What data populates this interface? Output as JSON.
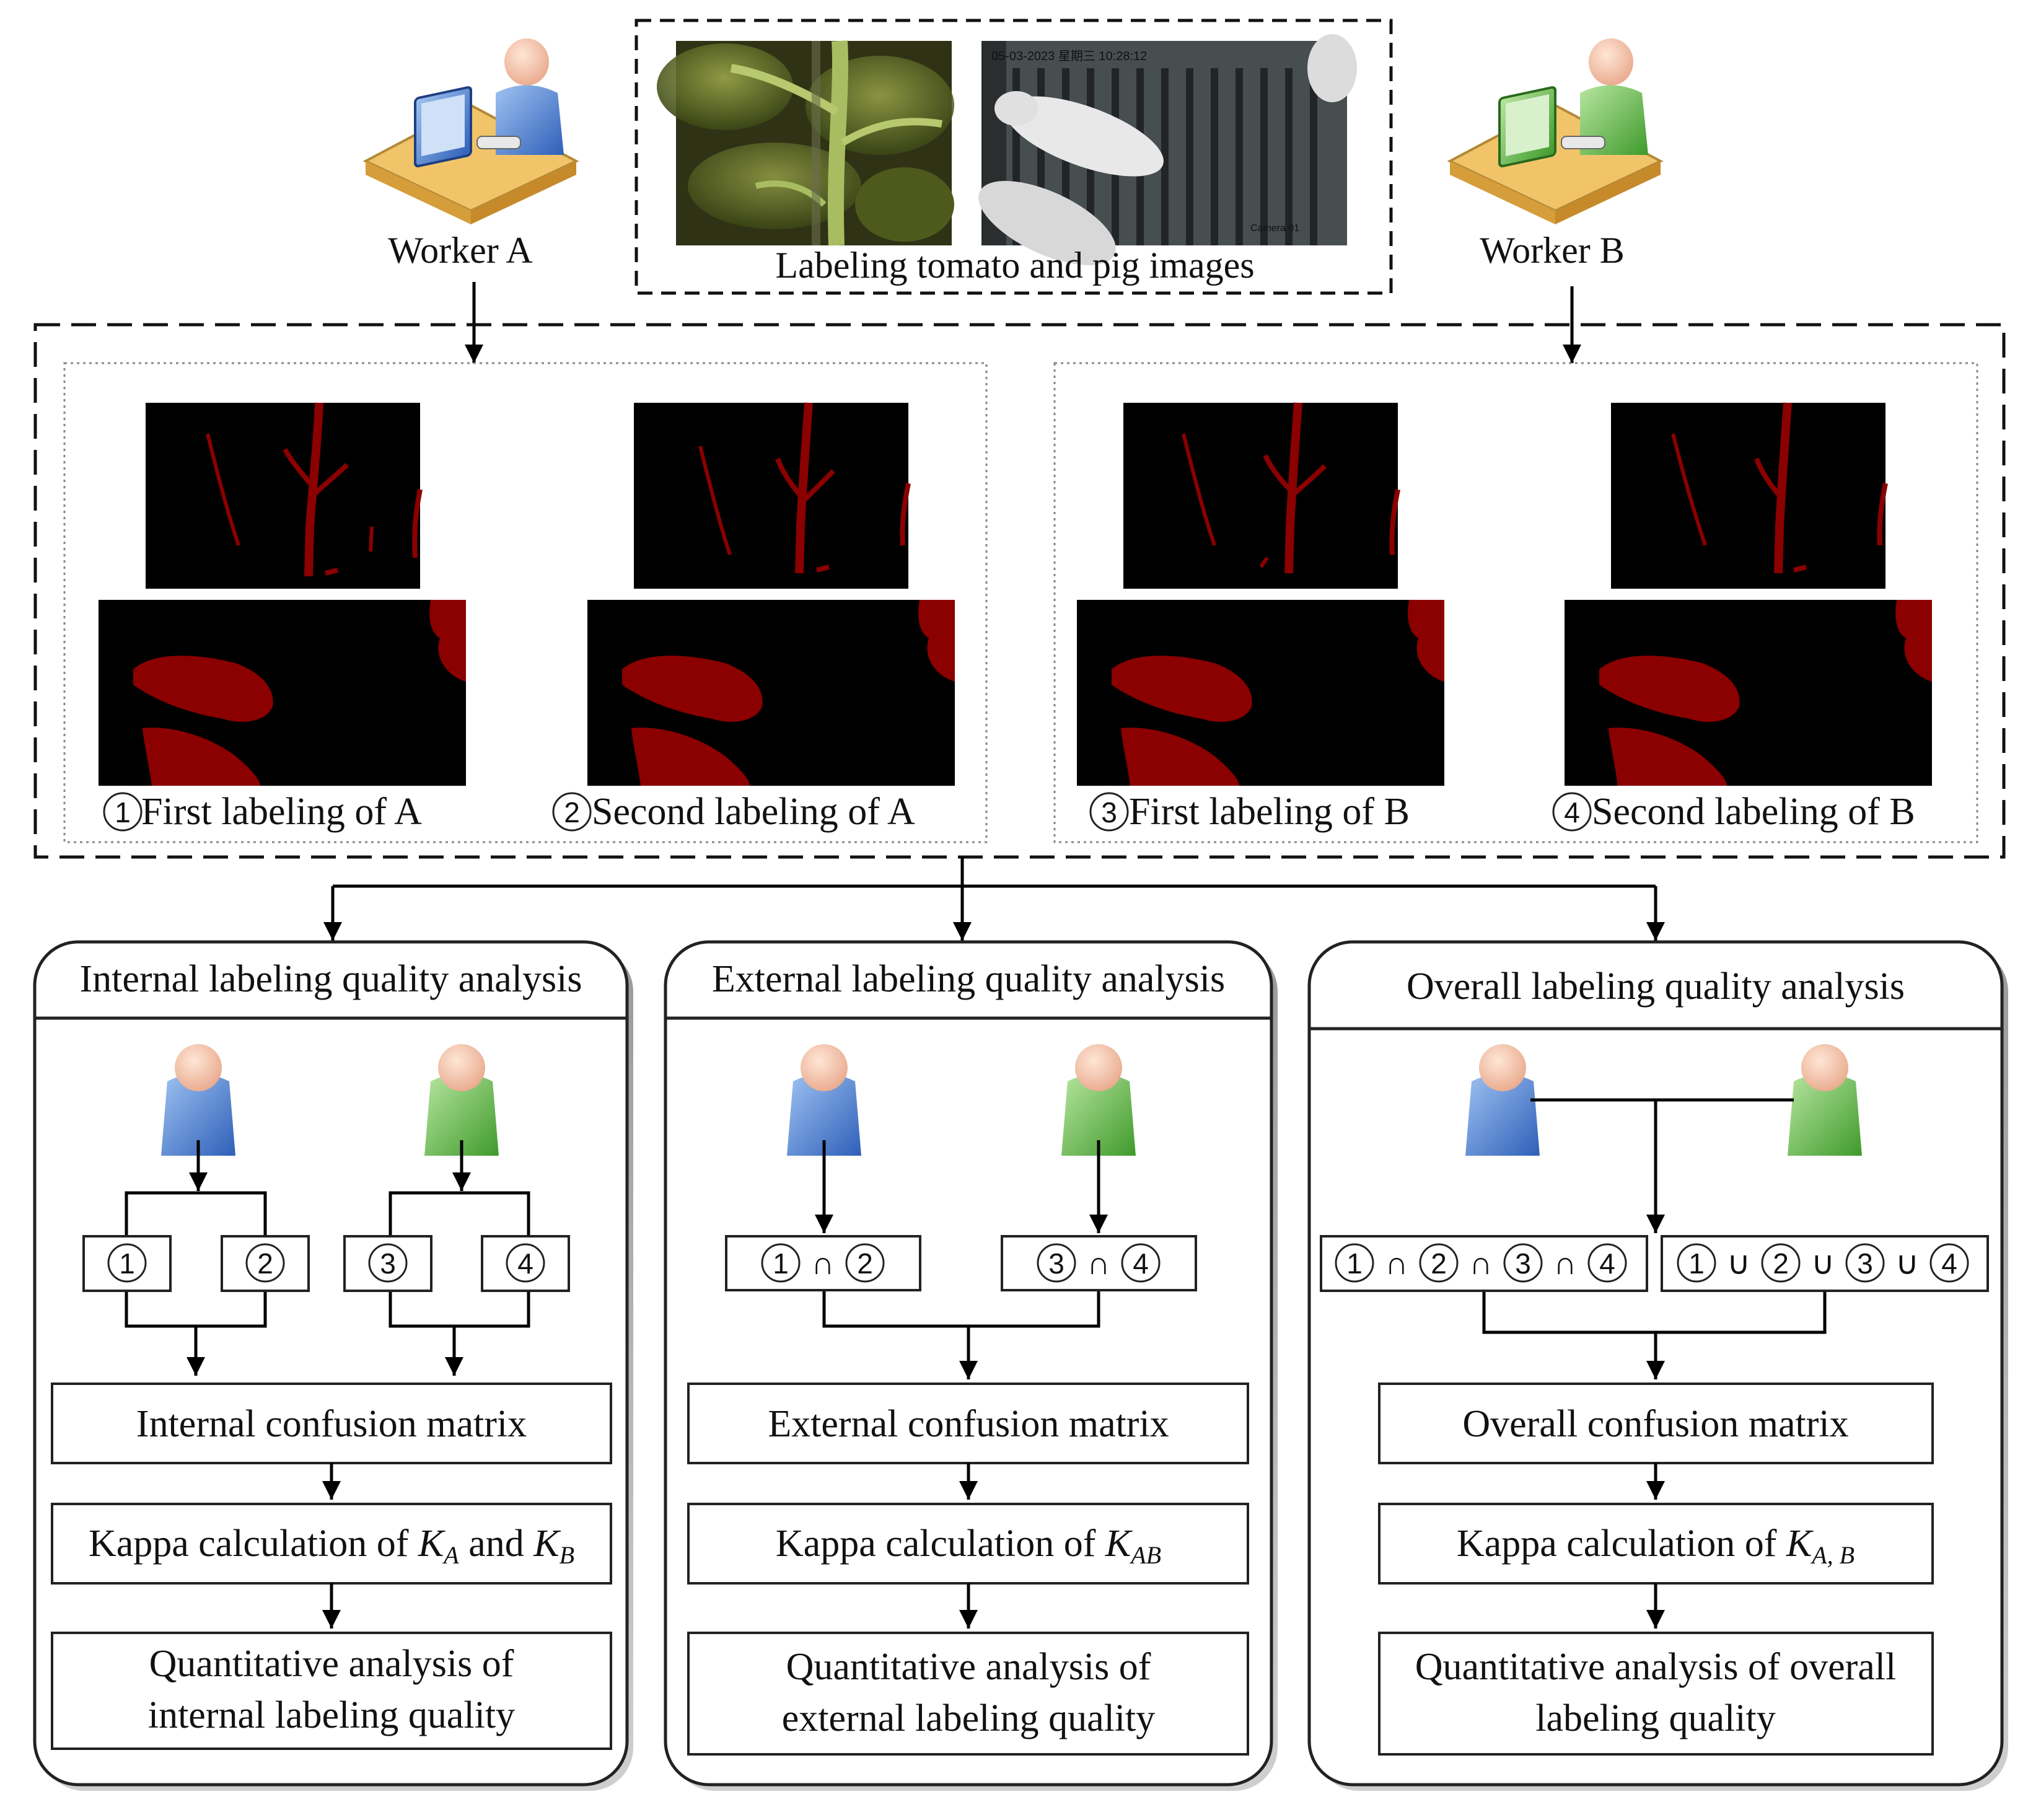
{
  "top": {
    "source_caption": "Labeling tomato and pig  images",
    "camera_timestamp": "05-03-2023 星期三 10:28:12",
    "camera_label": "Camera 01",
    "worker_a": "Worker A",
    "worker_b": "Worker B"
  },
  "labelings": [
    {
      "num": "1",
      "text": " First labeling of A"
    },
    {
      "num": "2",
      "text": "Second labeling of A"
    },
    {
      "num": "3",
      "text": "First labeling of B"
    },
    {
      "num": "4",
      "text": "Second labeling of B"
    }
  ],
  "panels": {
    "internal": {
      "title": "Internal labeling quality analysis",
      "boxes": [
        "1",
        "2",
        "3",
        "4"
      ],
      "matrix": "Internal confusion matrix",
      "kappa_prefix": "Kappa calculation of ",
      "kappa_k1": "K",
      "kappa_s1": "A",
      "kappa_mid": " and ",
      "kappa_k2": "K",
      "kappa_s2": "B",
      "quant_line1": "Quantitative analysis of",
      "quant_line2": "internal labeling quality"
    },
    "external": {
      "title": "External labeling quality analysis",
      "box_a": [
        "1",
        "2"
      ],
      "box_b": [
        "3",
        "4"
      ],
      "op": "∩",
      "matrix": "External confusion matrix",
      "kappa_prefix": "Kappa calculation of ",
      "kappa_k": "K",
      "kappa_s": "AB",
      "quant_line1": "Quantitative analysis of",
      "quant_line2": "external labeling quality"
    },
    "overall": {
      "title": "Overall  labeling quality analysis",
      "box_a": [
        "1",
        "2",
        "3",
        "4"
      ],
      "op_a": "∩",
      "box_b": [
        "1",
        "2",
        "3",
        "4"
      ],
      "op_b": "∪",
      "matrix": "Overall confusion matrix",
      "kappa_prefix": "Kappa calculation of ",
      "kappa_k": "K",
      "kappa_s": "A, B",
      "quant_line1": "Quantitative analysis of overall",
      "quant_line2": "labeling quality"
    }
  },
  "colors": {
    "mask_red": "#8b0000",
    "worker_a": "#4a78c8",
    "worker_b": "#62b34a"
  }
}
